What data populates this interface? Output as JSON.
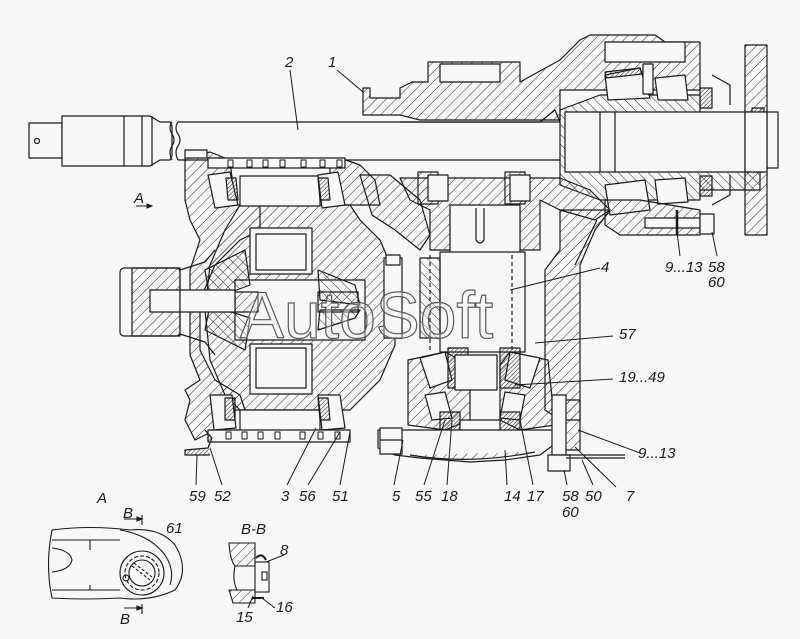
{
  "diagram": {
    "title": "Rear axle final drive assembly — sectional view",
    "watermark": "AutoSoft",
    "line_color": "#1a1a1a",
    "hatch_color": "#2a2a2a",
    "background": "#f7f7f7"
  },
  "callouts": [
    {
      "id": "c1",
      "text": "1"
    },
    {
      "id": "c2",
      "text": "2"
    },
    {
      "id": "c4",
      "text": "4"
    },
    {
      "id": "c57",
      "text": "57"
    },
    {
      "id": "c19_49",
      "text": "19...49"
    },
    {
      "id": "c9_13_top",
      "text": "9...13"
    },
    {
      "id": "c58_60_top_a",
      "text": "58"
    },
    {
      "id": "c58_60_top_b",
      "text": "60"
    },
    {
      "id": "c9_13_bottom",
      "text": "9...13"
    },
    {
      "id": "c7",
      "text": "7"
    },
    {
      "id": "c59",
      "text": "59"
    },
    {
      "id": "c52",
      "text": "52"
    },
    {
      "id": "c3",
      "text": "3"
    },
    {
      "id": "c56",
      "text": "56"
    },
    {
      "id": "c51",
      "text": "51"
    },
    {
      "id": "c5",
      "text": "5"
    },
    {
      "id": "c55",
      "text": "55"
    },
    {
      "id": "c18",
      "text": "18"
    },
    {
      "id": "c14",
      "text": "14"
    },
    {
      "id": "c17",
      "text": "17"
    },
    {
      "id": "c58_60_bot_a",
      "text": "58"
    },
    {
      "id": "c58_60_bot_b",
      "text": "60"
    },
    {
      "id": "c50",
      "text": "50"
    },
    {
      "id": "c61",
      "text": "61"
    },
    {
      "id": "c8",
      "text": "8"
    },
    {
      "id": "c15",
      "text": "15"
    },
    {
      "id": "c16",
      "text": "16"
    }
  ],
  "views": {
    "arrow_a": "A",
    "detail_a": "A",
    "section_mark_top": "B",
    "section_mark_bottom": "B",
    "section_bb": "B-B"
  }
}
